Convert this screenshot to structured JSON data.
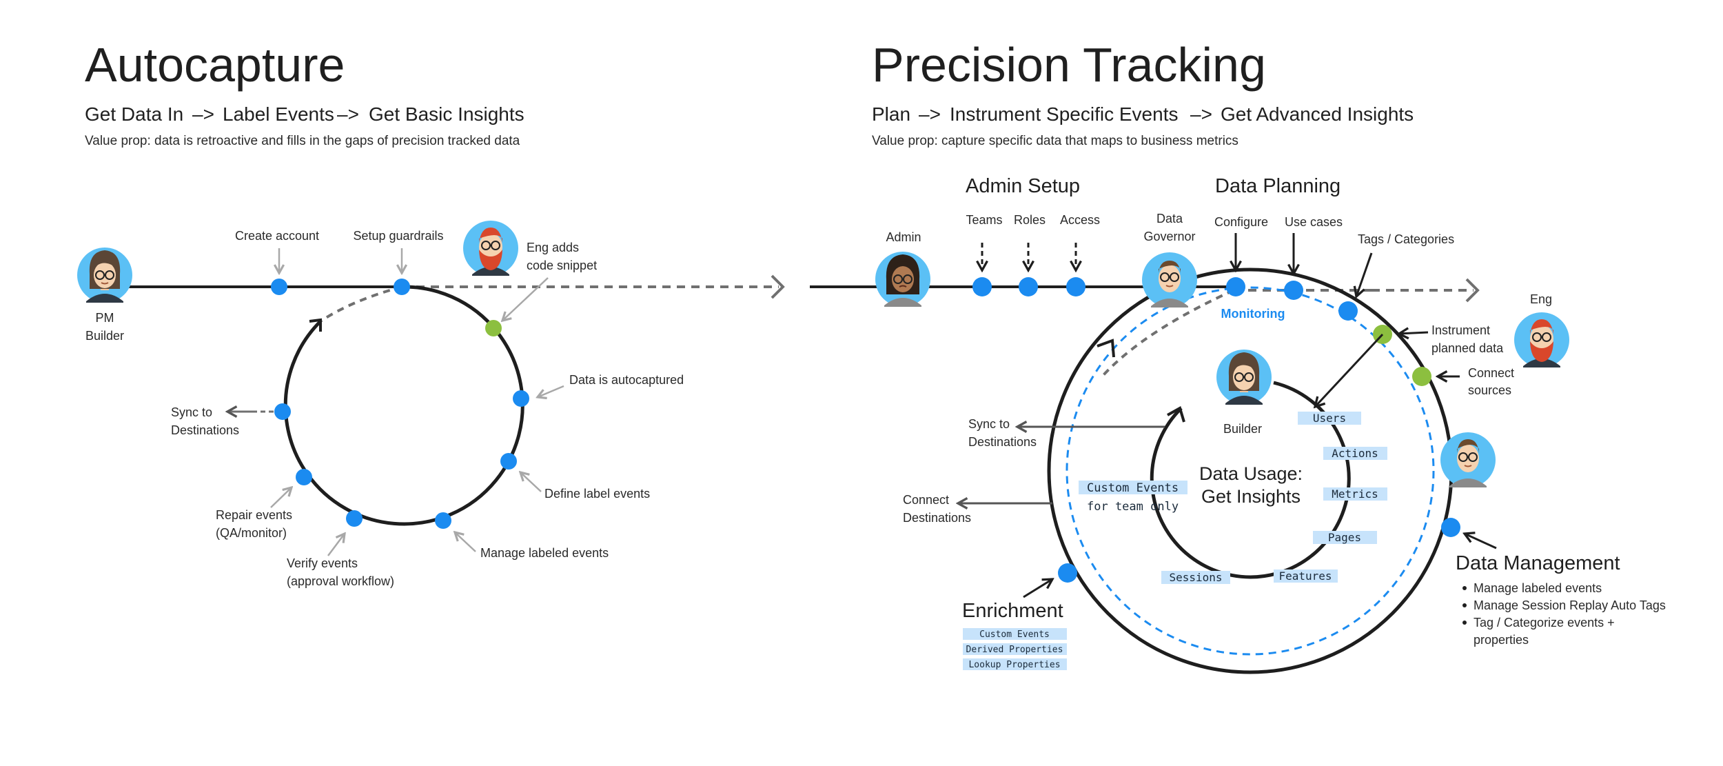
{
  "colors": {
    "node_blue": "#1b8bf0",
    "node_green": "#8cbf3f",
    "line_dark": "#1e1e1e",
    "arrow_gray": "#a8a8a8",
    "dashed_gray": "#707070",
    "tag_fill": "#c7e3fb",
    "avatar_bg": "#5bc0f5"
  },
  "autocapture": {
    "title": "Autocapture",
    "flow": {
      "step1": "Get Data In",
      "arrow1": "–>",
      "step2": "Label Events",
      "arrow2": "–>",
      "step3": "Get Basic Insights"
    },
    "value_prop": "Value prop: data is retroactive and fills in the gaps of precision tracked data",
    "actor_pm": [
      "PM",
      "Builder"
    ],
    "create_account": "Create account",
    "setup_guardrails": "Setup guardrails",
    "eng_snippet": [
      "Eng adds",
      "code snippet"
    ],
    "data_autocaptured": "Data is autocaptured",
    "define_label": "Define label events",
    "manage_labeled": "Manage labeled events",
    "verify_events": [
      "Verify events",
      "(approval workflow)"
    ],
    "repair_events": [
      "Repair events",
      "(QA/monitor)"
    ],
    "sync_destinations": [
      "Sync to",
      "Destinations"
    ]
  },
  "precision": {
    "title": "Precision Tracking",
    "flow": {
      "step1": "Plan",
      "arrow1": "–>",
      "step2": "Instrument Specific Events",
      "arrow2": "–>",
      "step3": "Get Advanced Insights"
    },
    "value_prop": "Value prop: capture specific data that maps to business metrics",
    "admin_setup": "Admin Setup",
    "data_planning": "Data Planning",
    "admin": "Admin",
    "teams": "Teams",
    "roles": "Roles",
    "access": "Access",
    "data_governor": [
      "Data",
      "Governor"
    ],
    "configure": "Configure",
    "use_cases": "Use cases",
    "tags_categories": "Tags / Categories",
    "eng": "Eng",
    "instrument_planned": [
      "Instrument",
      "planned data"
    ],
    "connect_sources": [
      "Connect",
      "sources"
    ],
    "monitoring": "Monitoring",
    "builder": "Builder",
    "sync_destinations": [
      "Sync to",
      "Destinations"
    ],
    "connect_destinations": [
      "Connect",
      "Destinations"
    ],
    "data_usage": [
      "Data Usage:",
      "Get Insights"
    ],
    "custom_events_team": [
      "Custom Events",
      "for team only"
    ],
    "usage_tags": {
      "users": "Users",
      "actions": "Actions",
      "metrics": "Metrics",
      "pages": "Pages",
      "features": "Features",
      "sessions": "Sessions"
    },
    "enrichment": {
      "title": "Enrichment",
      "tags": [
        "Custom Events",
        "Derived Properties",
        "Lookup Properties"
      ]
    },
    "data_management": {
      "title": "Data Management",
      "bullets": [
        "Manage labeled events",
        "Manage Session Replay Auto Tags",
        "Tag / Categorize events +",
        "properties"
      ]
    }
  }
}
